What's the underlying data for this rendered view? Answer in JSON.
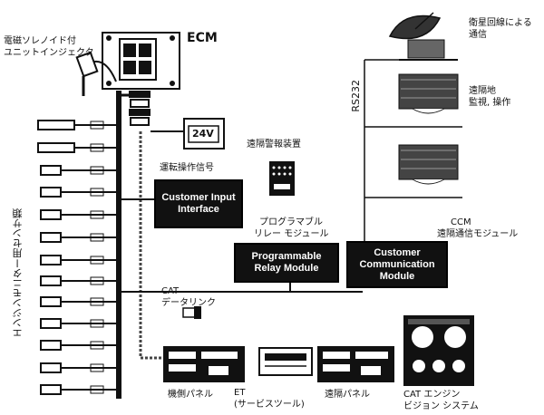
{
  "labels": {
    "ecm": "ECM",
    "solenoid_line1": "電磁ソレノイド付",
    "solenoid_line2": "ユニットインジェクタ",
    "sensors": "エンジンモニター用センサ類",
    "power_24v": "24V",
    "run_signal": "運転操作信号",
    "remote_alarm": "遠隔警報装置",
    "satellite_line1": "衛星回線による",
    "satellite_line2": "通信",
    "remote_site_line1": "遠隔地",
    "remote_site_line2": "監視, 操作",
    "rs232": "RS232",
    "ccm_line1": "CCM",
    "ccm_line2": "遠隔通信モジュール",
    "prog_relay_line1": "プログラマブル",
    "prog_relay_line2": "リレー モジュール",
    "cat_link_line1": "CAT",
    "cat_link_line2": "データリンク",
    "machine_panel": "機側パネル",
    "et_line1": "ET",
    "et_line2": "(サービスツール)",
    "remote_panel": "遠隔パネル",
    "cat_vision_line1": "CAT エンジン",
    "cat_vision_line2": "ビジョン システム"
  },
  "blocks": {
    "customer_input_line1": "Customer Input",
    "customer_input_line2": "Interface",
    "prog_relay_line1": "Programmable",
    "prog_relay_line2": "Relay Module",
    "ccm_line1": "Customer",
    "ccm_line2": "Communication",
    "ccm_line3": "Module"
  },
  "colors": {
    "ink": "#111111",
    "paper": "#ffffff",
    "gray": "#888888"
  }
}
